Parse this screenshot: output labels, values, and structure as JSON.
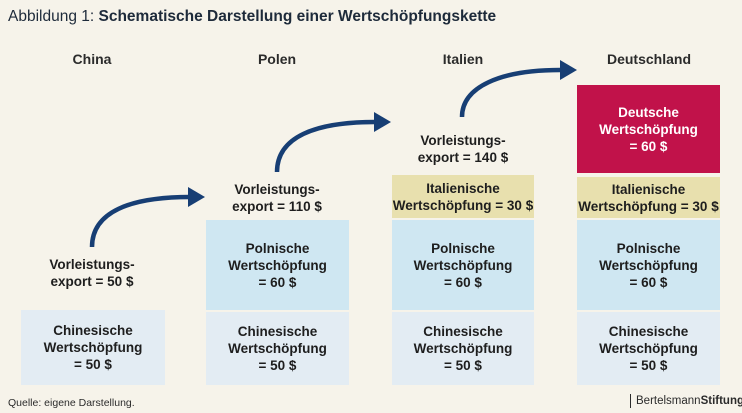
{
  "figure": {
    "title_prefix": "Abbildung 1: ",
    "title_main": "Schematische Darstellung einer Wertschöpfungskette"
  },
  "countries": [
    "China",
    "Polen",
    "Italien",
    "Deutschland"
  ],
  "boxes": {
    "china_cn": [
      "Chinesische",
      "Wertschöpfung",
      "= 50 $"
    ],
    "polen_cn": [
      "Chinesische",
      "Wertschöpfung",
      "= 50 $"
    ],
    "polen_pl": [
      "Polnische",
      "Wertschöpfung",
      "= 60 $"
    ],
    "italien_cn": [
      "Chinesische",
      "Wertschöpfung",
      "= 50 $"
    ],
    "italien_pl": [
      "Polnische",
      "Wertschöpfung",
      "= 60 $"
    ],
    "italien_it": [
      "Italienische",
      "Wertschöpfung = 30 $"
    ],
    "de_cn": [
      "Chinesische",
      "Wertschöpfung",
      "= 50 $"
    ],
    "de_pl": [
      "Polnische",
      "Wertschöpfung",
      "= 60 $"
    ],
    "de_it": [
      "Italienische",
      "Wertschöpfung = 30 $"
    ],
    "de_de": [
      "Deutsche",
      "Wertschöpfung",
      "= 60 $"
    ]
  },
  "exports": {
    "china": [
      "Vorleistungs-",
      "export = 50 $"
    ],
    "polen": [
      "Vorleistungs-",
      "export = 110 $"
    ],
    "italien": [
      "Vorleistungs-",
      "export = 140 $"
    ]
  },
  "colors": {
    "chinese": "#e3ecf3",
    "polish": "#cfe7f2",
    "italian": "#e8e0ae",
    "german": "#c1124a",
    "arrow": "#173e74"
  },
  "footer": {
    "source": "Quelle: eigene Darstellung.",
    "logo_part1": "Bertelsmann",
    "logo_part2": "Stiftung"
  }
}
